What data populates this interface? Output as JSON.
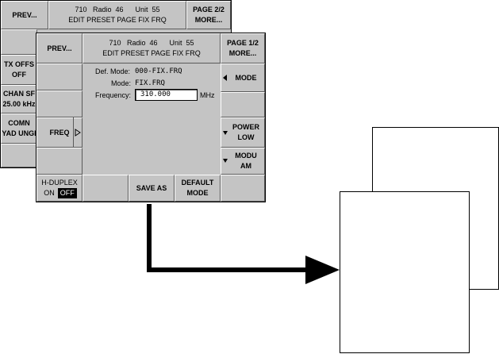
{
  "back_screen": {
    "header_line1": "710   Radio  46      Unit  55",
    "header_line2": "EDIT PRESET PAGE FIX FRQ",
    "prev_label": "PREV...",
    "page_label": "PAGE 2/2",
    "more_label": "MORE...",
    "left_buttons": [
      {
        "line1": "TX OFFS",
        "line2": "OFF"
      },
      {
        "line1": "CHAN SF",
        "line2": "25.00 kHz"
      },
      {
        "line1": "COMN",
        "line2": "YAD UNGI"
      }
    ]
  },
  "front_screen": {
    "header_line1": "710   Radio  46      Unit  55",
    "header_line2": "EDIT PRESET PAGE FIX FRQ",
    "prev_label": "PREV...",
    "page_label": "PAGE 1/2",
    "more_label": "MORE...",
    "def_mode_label": "Def. Mode:",
    "def_mode_value": "000-FIX.FRQ",
    "mode_label": "Mode:",
    "mode_value": "FIX.FRQ",
    "frequency_label": "Frequency:",
    "frequency_value": "310.000",
    "frequency_unit": "MHz",
    "freq_button": "FREQ",
    "mode_button": "MODE",
    "power_line1": "POWER",
    "power_line2": "LOW",
    "modu_line1": "MODU",
    "modu_line2": "AM",
    "hduplex_label": "H-DUPLEX",
    "on_label": "ON",
    "off_label": "OFF",
    "save_as_label": "SAVE AS",
    "default_line1": "DEFAULT",
    "default_line2": "MODE"
  },
  "icons": [
    "triangle-right-icon",
    "triangle-left-icon",
    "triangle-down-icon",
    "arrow-right-icon"
  ],
  "colors": {
    "panel": "#c4c4c4",
    "field": "#ffffff",
    "selected": "#000000"
  }
}
